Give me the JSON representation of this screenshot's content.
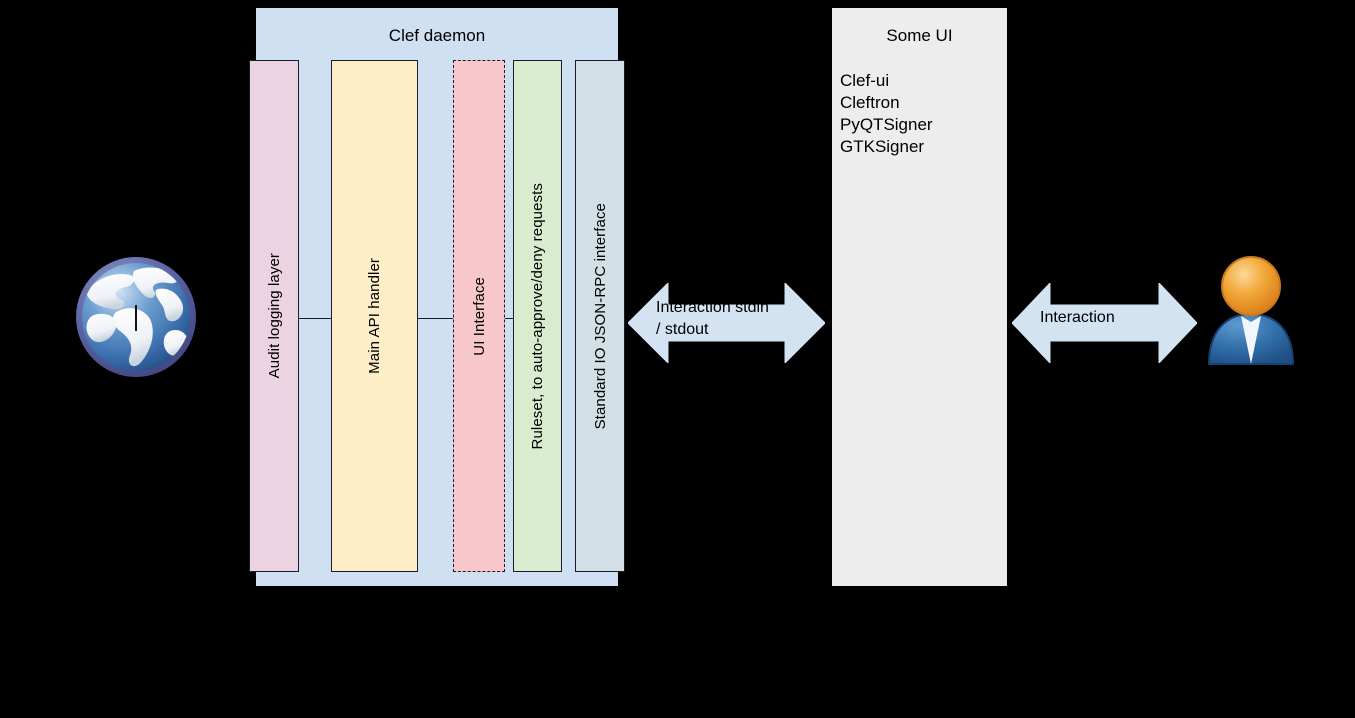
{
  "clef_daemon": {
    "title": "Clef daemon",
    "layers": [
      {
        "id": "audit-logging",
        "label": "Audit logging layer",
        "color": "#ecd3e1",
        "border": "solid"
      },
      {
        "id": "main-api",
        "label": "Main API handler",
        "color": "#fdeec8",
        "border": "solid"
      },
      {
        "id": "ui-interface",
        "label": "UI Interface",
        "color": "#f7c7cb",
        "border": "dashed"
      },
      {
        "id": "ruleset",
        "label": "Ruleset, to auto-approve/deny requests",
        "color": "#d9ecd0",
        "border": "solid"
      },
      {
        "id": "stdio-jsonrpc",
        "label": "Standard IO JSON-RPC interface",
        "color": "#d2e0e6",
        "border": "solid"
      }
    ],
    "panel_color": "#cfe0f3"
  },
  "some_ui": {
    "title": "Some UI",
    "panel_color": "#ededed",
    "implementations": [
      "Clef-ui",
      "Cleftron",
      "PyQTSigner",
      "GTKSigner"
    ]
  },
  "arrows": [
    {
      "id": "daemon-ui",
      "label_line1": "Interaction stdin",
      "label_line2": "/ stdout",
      "color": "#d3e3f2"
    },
    {
      "id": "ui-user",
      "label_line1": "Interaction",
      "label_line2": "",
      "color": "#d3e3f2"
    }
  ],
  "endpoints": {
    "left_icon": "globe-icon",
    "right_icon": "user-icon"
  }
}
